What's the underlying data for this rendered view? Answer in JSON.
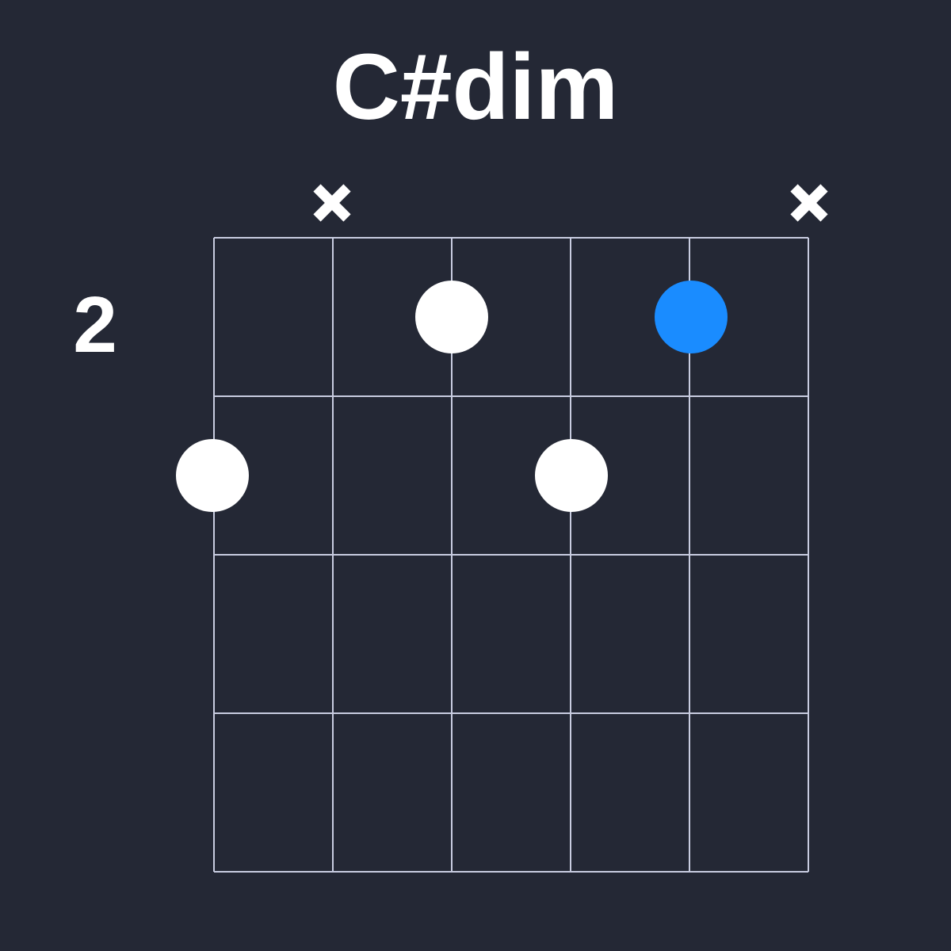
{
  "chord": {
    "name": "C#dim",
    "start_fret": "2",
    "strings": 6,
    "frets": 4,
    "muted_strings": [
      2,
      6
    ],
    "dots": [
      {
        "string": 1,
        "fret": 2,
        "color": "#ffffff"
      },
      {
        "string": 3,
        "fret": 1,
        "color": "#ffffff"
      },
      {
        "string": 4,
        "fret": 2,
        "color": "#ffffff"
      },
      {
        "string": 5,
        "fret": 1,
        "color": "#1a8cff"
      }
    ]
  },
  "colors": {
    "background": "#242835",
    "grid": "#c8cce0",
    "dot": "#ffffff",
    "root_dot": "#1a8cff",
    "mute_mark": "#ffffff"
  }
}
